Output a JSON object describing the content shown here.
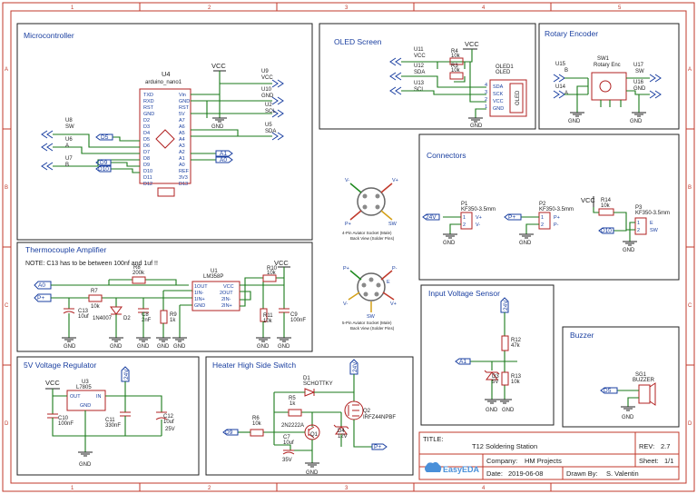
{
  "frame": {
    "cols": [
      "1",
      "2",
      "3",
      "4",
      "5"
    ],
    "rows": [
      "A",
      "B",
      "C",
      "D"
    ]
  },
  "colors": {
    "frame": "#c0392b",
    "wire": "#1a7a1a",
    "label": "#1a3fa0",
    "part": "#b02020",
    "text": "#222222",
    "pin": "#1a3fa0"
  },
  "sections": {
    "micro": "Microcontroller",
    "oled": "OLED Screen",
    "rotary": "Rotary Encoder",
    "connectors": "Connectors",
    "thermo": "Thermocouple Amplifier",
    "thermo_note": "NOTE: C13 has to be between 100nf and 1uf !!",
    "input_sensor": "Input Voltage Sensor",
    "buzzer": "Buzzer",
    "reg": "5V Voltage Regulator",
    "heater": "Heater High Side Switch"
  },
  "micro": {
    "ref": "U4",
    "value": "arduino_nano1",
    "left_pins": [
      "TXD",
      "RXD",
      "RST",
      "GND",
      "D2",
      "D3",
      "D4",
      "D5",
      "D6",
      "D7",
      "D8",
      "D9",
      "D10",
      "D11",
      "D12"
    ],
    "right_pins": [
      "Vin",
      "GND",
      "RST",
      "5V",
      "A7",
      "A6",
      "A5",
      "A4",
      "A3",
      "A2",
      "A1",
      "A0",
      "REF",
      "3V3",
      "D13"
    ],
    "vcc": "VCC",
    "gnd": "GND",
    "u9": {
      "ref": "U9",
      "name": "VCC"
    },
    "u10": {
      "ref": "U10",
      "name": "GND"
    },
    "u2": {
      "ref": "U2",
      "name": "SCL"
    },
    "u5": {
      "ref": "U5",
      "name": "SDA"
    },
    "u8": {
      "ref": "U8",
      "name": "SW"
    },
    "u6": {
      "ref": "U6",
      "name": "A"
    },
    "u7": {
      "ref": "U7",
      "name": "B"
    },
    "net_d5": "D5",
    "net_d9": "D9",
    "net_d10": "D10",
    "net_a1": "A1",
    "net_a0": "A0"
  },
  "oled": {
    "u11": {
      "ref": "U11",
      "name": "VCC"
    },
    "u12": {
      "ref": "U12",
      "name": "SDA"
    },
    "u13": {
      "ref": "U13",
      "name": "SCL"
    },
    "r4": {
      "ref": "R4",
      "value": "10k"
    },
    "r3": {
      "ref": "R3",
      "value": "10k"
    },
    "module": {
      "ref": "OLED1",
      "value": "OLED",
      "body": "OLED"
    },
    "pins": [
      "SDA",
      "SCK",
      "VCC",
      "GND"
    ],
    "pin_nums": [
      "4",
      "3",
      "2",
      "1"
    ],
    "vcc": "VCC",
    "gnd": "GND"
  },
  "rotary": {
    "u15": {
      "ref": "U15",
      "name": "B"
    },
    "u14": {
      "ref": "U14",
      "name": "A"
    },
    "u17": {
      "ref": "U17",
      "name": "SW"
    },
    "u16": {
      "ref": "U16",
      "name": "GND"
    },
    "enc": {
      "ref": "SW1",
      "value": "Rotary Enc"
    },
    "gnd": "GND"
  },
  "connectors": {
    "p1": {
      "ref": "P1",
      "value": "KF350-3.5mm",
      "pins": [
        "V+",
        "V-"
      ],
      "net": "24V"
    },
    "p2": {
      "ref": "P2",
      "value": "KF350-3.5mm",
      "pins": [
        "P+",
        "P-"
      ],
      "net": "P+"
    },
    "p3": {
      "ref": "P3",
      "value": "KF350-3.5mm",
      "pins": [
        "E",
        "SW"
      ],
      "net": "D10"
    },
    "r14": {
      "ref": "R14",
      "value": "10k"
    },
    "vcc": "VCC",
    "gnd": "GND"
  },
  "sockets": {
    "s4": {
      "caption1": "4-Pin Aviator Socket (Male)",
      "caption2": "Back View (Solder Pins)",
      "labels": [
        "V-",
        "V+",
        "P+",
        "SW"
      ]
    },
    "s5": {
      "caption1": "5-Pin Aviator Socket (Male)",
      "caption2": "Back View (Solder Pins)",
      "labels": [
        "P+",
        "P-",
        "E",
        "V-",
        "V+",
        "SW"
      ]
    }
  },
  "thermo": {
    "net_a0": "A0",
    "net_pplus": "P+",
    "r8": {
      "ref": "R8",
      "value": "200k"
    },
    "r7": {
      "ref": "R7",
      "value": "10k"
    },
    "r10": {
      "ref": "R10",
      "value": "10k"
    },
    "r9": {
      "ref": "R9",
      "value": "1k"
    },
    "r11": {
      "ref": "R11",
      "value": "10k"
    },
    "c13": {
      "ref": "C13",
      "value": "10uf"
    },
    "d2": {
      "ref": "D2",
      "value": "1N4007"
    },
    "c8": {
      "ref": "C8",
      "value": "2nF"
    },
    "c9": {
      "ref": "C9",
      "value": "100nF"
    },
    "u1": {
      "ref": "U1",
      "value": "LM358P"
    },
    "op_left": [
      "1OUT",
      "1IN-",
      "1IN+",
      "GND"
    ],
    "op_right": [
      "VCC",
      "2OUT",
      "2IN-",
      "2IN+"
    ],
    "vcc": "VCC",
    "gnd": "GND"
  },
  "input_sensor": {
    "net_24v": "24V",
    "net_a1": "A1",
    "r12": {
      "ref": "R12",
      "value": "47k"
    },
    "r13": {
      "ref": "R13",
      "value": "10k"
    },
    "d3": {
      "ref": "D3",
      "value": "5V"
    },
    "gnd": "GND"
  },
  "buzzer": {
    "ref": "SG1",
    "value": "BUZZER",
    "net": "D5",
    "gnd": "GND"
  },
  "reg": {
    "u3": {
      "ref": "U3",
      "value": "L7805"
    },
    "pins": [
      "OUT",
      "IN",
      "GND"
    ],
    "c10": {
      "ref": "C10",
      "value": "100nF"
    },
    "c11": {
      "ref": "C11",
      "value": "330nF"
    },
    "c12": {
      "ref": "C12",
      "value": "10uf"
    },
    "c12_v": "25V",
    "vcc": "VCC",
    "net_24v": "24V",
    "gnd": "GND"
  },
  "heater": {
    "net_24v": "24V",
    "net_d9": "D9",
    "net_pplus": "P+",
    "d1": {
      "ref": "D1",
      "value": "SCHOTTKY"
    },
    "r5": {
      "ref": "R5",
      "value": "1k"
    },
    "r6": {
      "ref": "R6",
      "value": "10k"
    },
    "q1": {
      "ref": "Q1",
      "value": "2N2222A"
    },
    "q2": {
      "ref": "Q2",
      "value": "IRFZ44NPBF"
    },
    "c7": {
      "ref": "C7",
      "value": "10uf",
      "v": "35V"
    },
    "d4": {
      "ref": "D4",
      "value": "12V"
    },
    "gnd": "GND"
  },
  "title_block": {
    "title_label": "TITLE:",
    "title": "T12 Soldering Station",
    "rev_label": "REV:",
    "rev": "2.7",
    "company_label": "Company:",
    "company": "HM Projects",
    "sheet_label": "Sheet:",
    "sheet": "1/1",
    "date_label": "Date:",
    "date": "2019-06-08",
    "drawn_label": "Drawn By:",
    "drawn": "S. Valentin",
    "logo": "EasyEDA"
  }
}
